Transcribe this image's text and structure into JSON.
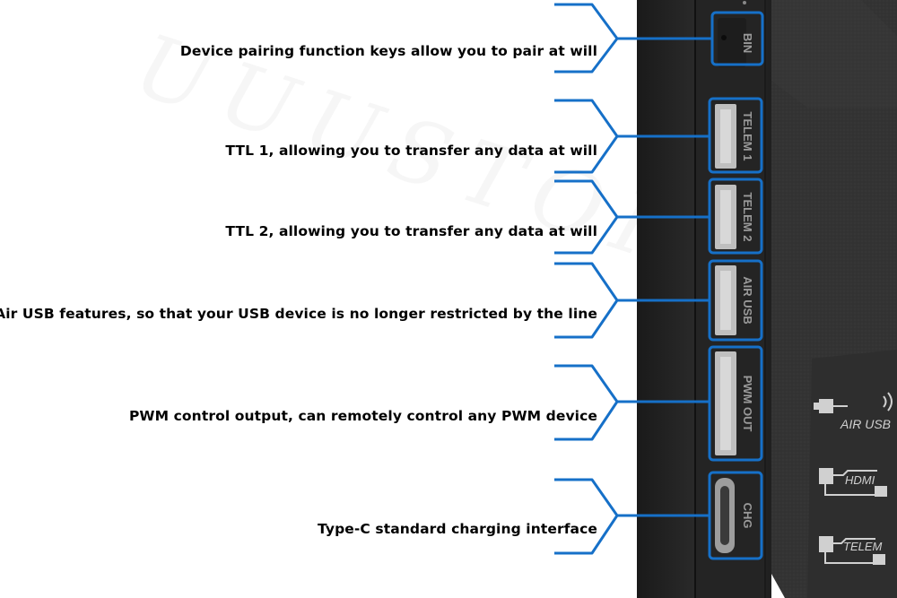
{
  "watermark": "UUUSTORE.com",
  "callouts": [
    {
      "id": "bin",
      "text": "Device pairing function keys allow you to pair at will",
      "port_label": "BIN"
    },
    {
      "id": "telem1",
      "text": "TTL 1, allowing you to transfer any data at will",
      "port_label": "TELEM 1"
    },
    {
      "id": "telem2",
      "text": "TTL 2, allowing you to transfer any data at will",
      "port_label": "TELEM 2"
    },
    {
      "id": "airusb",
      "text": "Air USB features, so that your USB device is no longer restricted by the line",
      "port_label": "AIR USB"
    },
    {
      "id": "pwm",
      "text": "PWM control output, can remotely control any PWM device",
      "port_label": "PWM OUT"
    },
    {
      "id": "chg",
      "text": "Type-C standard charging interface",
      "port_label": "CHG"
    }
  ],
  "panel_icons": [
    {
      "id": "air-usb",
      "text": "AIR USB"
    },
    {
      "id": "hdmi",
      "text": "HDMI"
    },
    {
      "id": "telem",
      "text": "TELEM"
    }
  ],
  "colors": {
    "callout_line": "#1670c8",
    "device_body": "#2a2a2a",
    "port_label": "#9a9a9a"
  }
}
